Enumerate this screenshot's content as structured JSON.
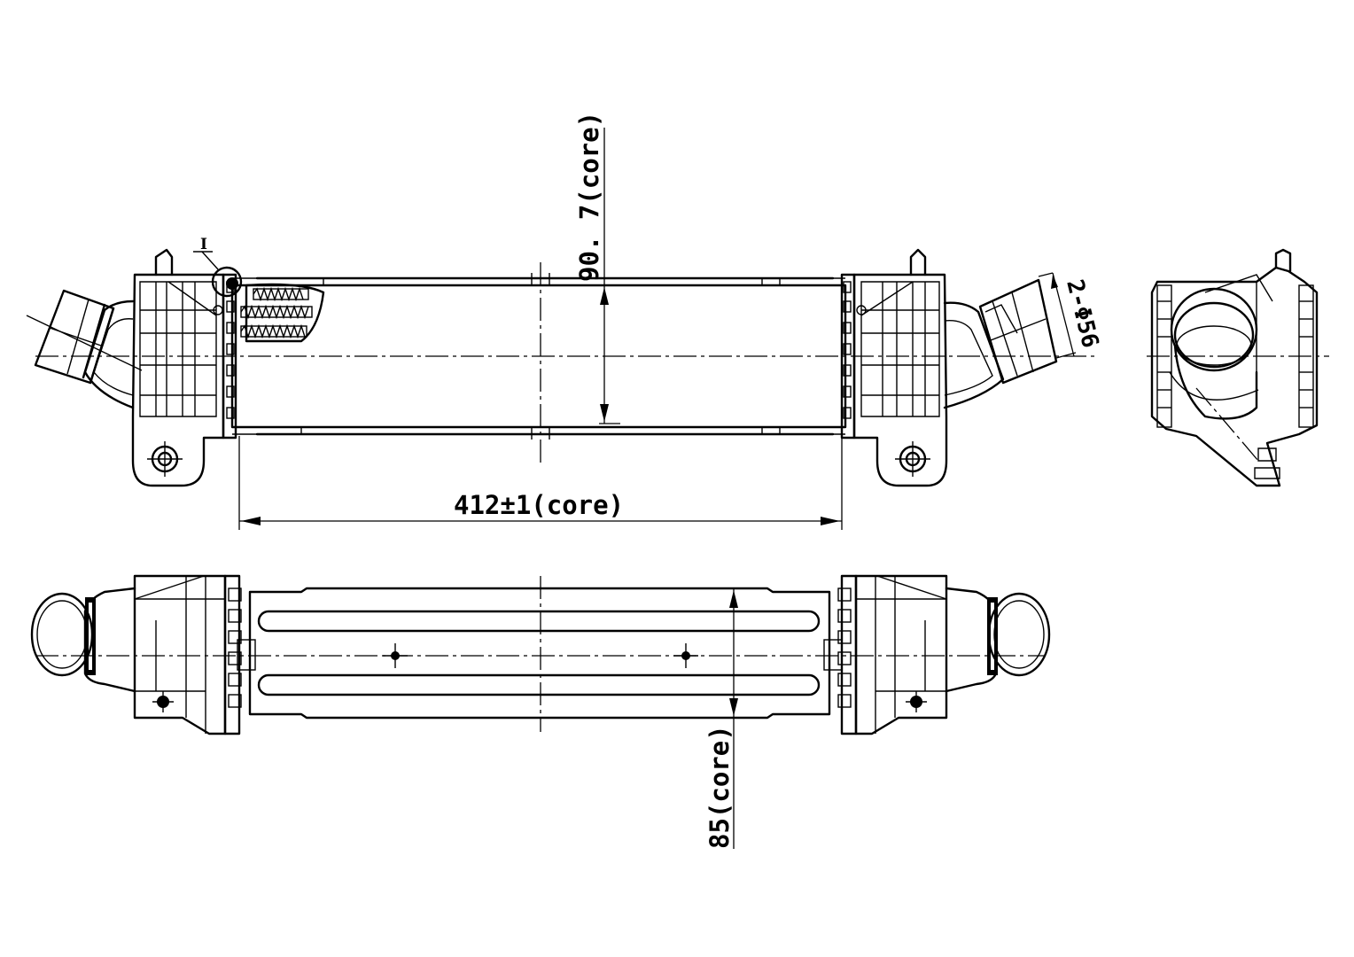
{
  "dimensions": {
    "core_length": "412±1(core)",
    "core_height": "90. 7(core)",
    "core_depth": "85(core)",
    "inlet_diameter": "2-Φ56"
  },
  "detail_marker": "I"
}
